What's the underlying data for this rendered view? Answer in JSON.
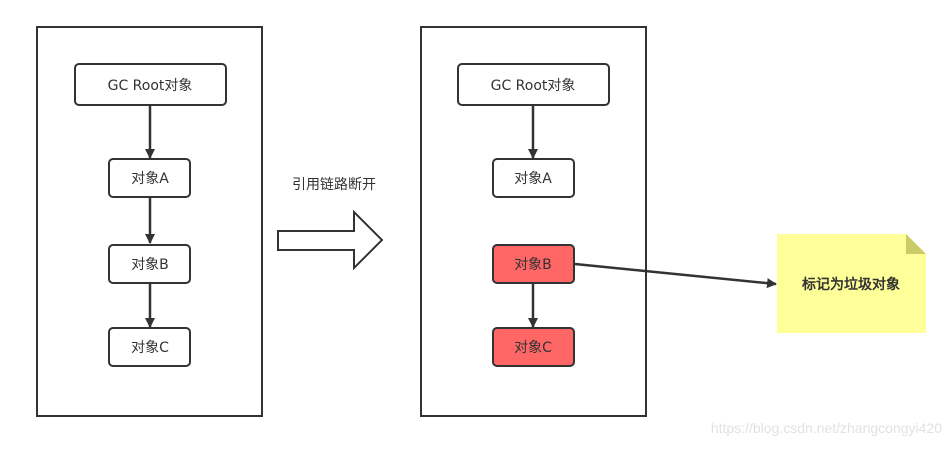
{
  "colors": {
    "stroke": "#333333",
    "node_fill": "#ffffff",
    "garbage_fill": "#ff6666",
    "note_fill": "#ffff99",
    "note_fold": "#cccc66",
    "text": "#333333",
    "watermark": "#e0e0e0"
  },
  "before_panel": {
    "nodes": [
      {
        "id": "root",
        "label": "GC  Root对象",
        "state": "reachable"
      },
      {
        "id": "a",
        "label": "对象A",
        "state": "reachable"
      },
      {
        "id": "b",
        "label": "对象B",
        "state": "reachable"
      },
      {
        "id": "c",
        "label": "对象C",
        "state": "reachable"
      }
    ],
    "edges": [
      [
        "root",
        "a"
      ],
      [
        "a",
        "b"
      ],
      [
        "b",
        "c"
      ]
    ]
  },
  "transition": {
    "label": "引用链路断开",
    "icon": "right-arrow-icon"
  },
  "after_panel": {
    "nodes": [
      {
        "id": "root",
        "label": "GC  Root对象",
        "state": "reachable"
      },
      {
        "id": "a",
        "label": "对象A",
        "state": "reachable"
      },
      {
        "id": "b",
        "label": "对象B",
        "state": "garbage"
      },
      {
        "id": "c",
        "label": "对象C",
        "state": "garbage"
      }
    ],
    "edges": [
      [
        "root",
        "a"
      ],
      [
        "b",
        "c"
      ]
    ]
  },
  "note": {
    "label": "标记为垃圾对象",
    "points_from": "b"
  },
  "watermark": "https://blog.csdn.net/zhangcongyi420"
}
